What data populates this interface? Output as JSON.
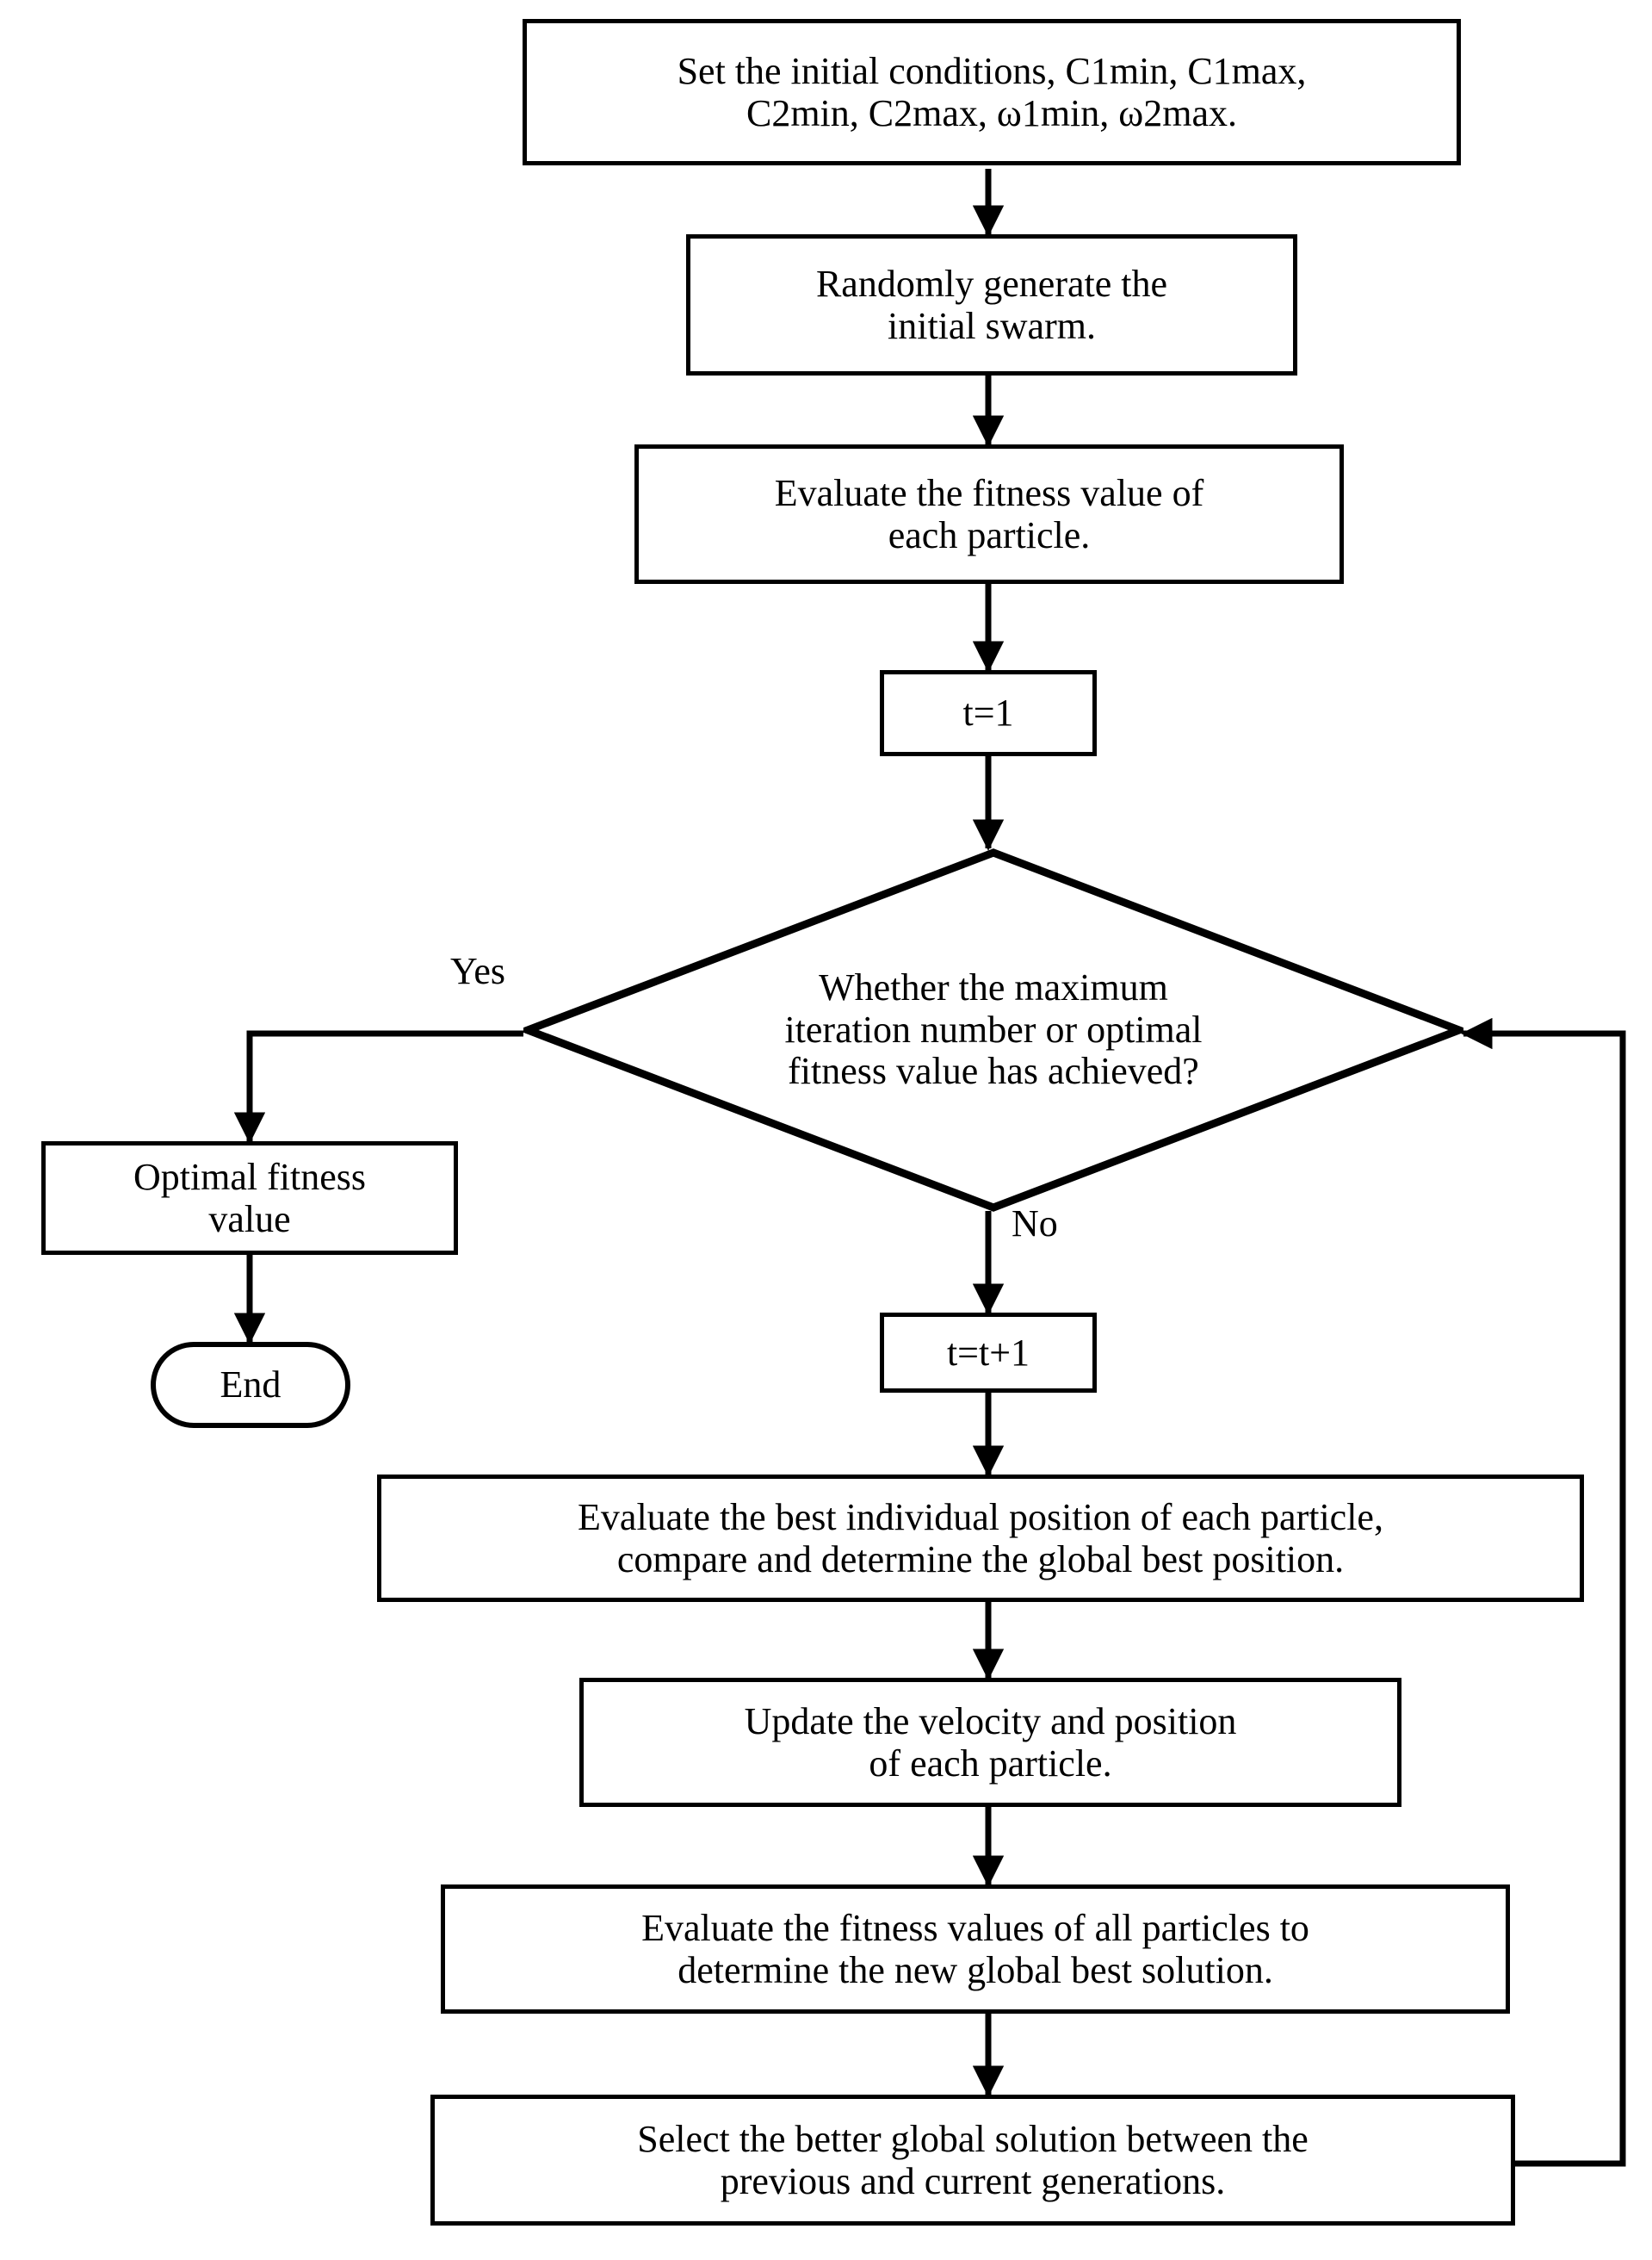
{
  "diagram": {
    "title": "Particle Swarm Optimization flowchart",
    "stroke_color": "#000000",
    "fill_color": "#ffffff",
    "background": "#ffffff"
  },
  "nodes": {
    "set_initial_conditions": {
      "shape": "process",
      "text": "Set the initial conditions, C1min, C1max,\nC2min, C2max, ω1min, ω2max."
    },
    "generate_swarm": {
      "shape": "process",
      "text": "Randomly generate the\ninitial swarm."
    },
    "evaluate_fitness": {
      "shape": "process",
      "text": "Evaluate the fitness value of\neach particle."
    },
    "t_init": {
      "shape": "process",
      "text": "t=1"
    },
    "decision": {
      "shape": "decision",
      "text": "Whether the maximum\niteration number or optimal\nfitness value has achieved?"
    },
    "optimal_fitness_value": {
      "shape": "process",
      "text": "Optimal fitness\nvalue"
    },
    "end": {
      "shape": "terminator",
      "text": "End"
    },
    "t_increment": {
      "shape": "process",
      "text": "t=t+1"
    },
    "evaluate_best_individual": {
      "shape": "process",
      "text": "Evaluate the best individual position of each particle,\ncompare and determine the global best position."
    },
    "update_velocity": {
      "shape": "process",
      "text": "Update the velocity and position\nof each particle."
    },
    "evaluate_all_particles": {
      "shape": "process",
      "text": "Evaluate the fitness values of all particles to\ndetermine the new global best solution."
    },
    "select_better_solution": {
      "shape": "process",
      "text": "Select the better global solution between the\nprevious and current generations."
    }
  },
  "edge_labels": {
    "yes": "Yes",
    "no": "No"
  },
  "flow": [
    {
      "from": "set_initial_conditions",
      "to": "generate_swarm",
      "label": ""
    },
    {
      "from": "generate_swarm",
      "to": "evaluate_fitness",
      "label": ""
    },
    {
      "from": "evaluate_fitness",
      "to": "t_init",
      "label": ""
    },
    {
      "from": "t_init",
      "to": "decision",
      "label": ""
    },
    {
      "from": "decision",
      "to": "optimal_fitness_value",
      "label": "Yes"
    },
    {
      "from": "optimal_fitness_value",
      "to": "end",
      "label": ""
    },
    {
      "from": "decision",
      "to": "t_increment",
      "label": "No"
    },
    {
      "from": "t_increment",
      "to": "evaluate_best_individual",
      "label": ""
    },
    {
      "from": "evaluate_best_individual",
      "to": "update_velocity",
      "label": ""
    },
    {
      "from": "update_velocity",
      "to": "evaluate_all_particles",
      "label": ""
    },
    {
      "from": "evaluate_all_particles",
      "to": "select_better_solution",
      "label": ""
    },
    {
      "from": "select_better_solution",
      "to": "decision",
      "label": ""
    }
  ]
}
